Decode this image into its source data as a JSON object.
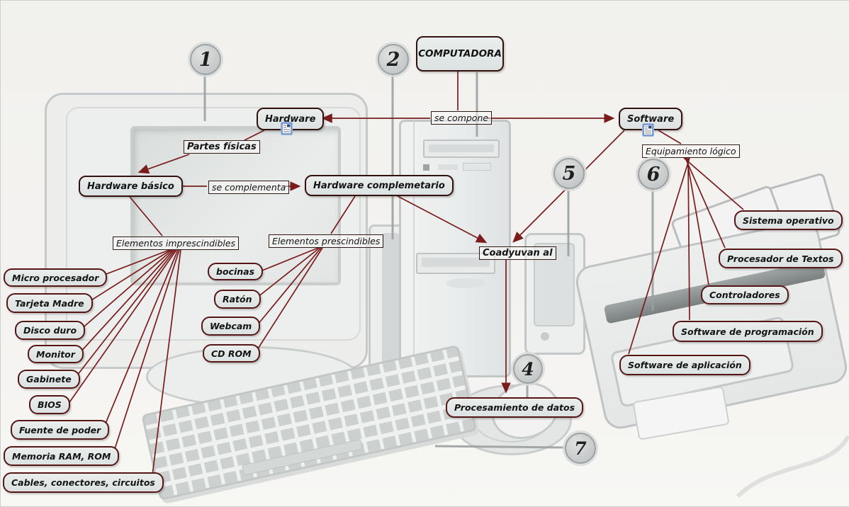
{
  "diagram": {
    "root": "COMPUTADORA",
    "branches": {
      "hardware": "Hardware",
      "software": "Software",
      "hardware_basico": "Hardware básico",
      "hardware_complementario": "Hardware complemetario"
    },
    "links": {
      "se_compone": "se compone",
      "partes_fisicas": "Partes físicas",
      "se_complementa": "se complementa",
      "elementos_imprescindibles": "Elementos imprescindibles",
      "elementos_prescindibles": "Elementos prescindibles",
      "equipamiento_logico": "Equipamiento lógico",
      "coadyuvan_al": "Coadyuvan al"
    },
    "hardware_basico_items": [
      "Micro procesador",
      "Tarjeta Madre",
      "Disco duro",
      "Monitor",
      "Gabinete",
      "BIOS",
      "Fuente de poder",
      "Memoria RAM, ROM",
      "Cables, conectores, circuitos"
    ],
    "hardware_complementario_items": [
      "bocinas",
      "Ratón",
      "Webcam",
      "CD ROM"
    ],
    "software_items": [
      "Sistema operativo",
      "Procesador de Textos",
      "Controladores",
      "Software de programación",
      "Software de aplicación"
    ],
    "result": "Procesamiento de datos",
    "callouts": [
      "1",
      "2",
      "4",
      "5",
      "6",
      "7"
    ],
    "colors": {
      "connector": "#7a1c1c",
      "leader_gray": "#9aa0a0",
      "node_fill": "#dde4e4",
      "node_border": "#33110e",
      "leaf_border": "#571616",
      "callout_fill": "#cfd2d2",
      "note_icon_blue": "#4d79c4"
    }
  }
}
